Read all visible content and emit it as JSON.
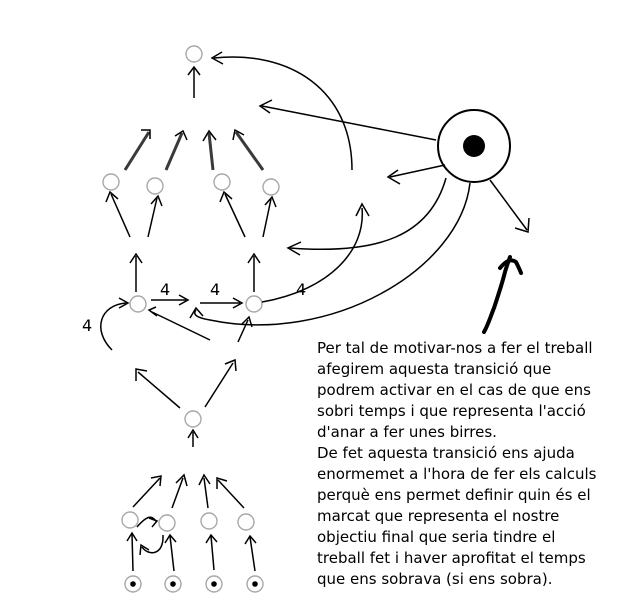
{
  "diagram": {
    "weights": {
      "left_loop": "4",
      "middle_arrow_a": "4",
      "middle_arrow_b": "4",
      "incoming_curve": "4"
    },
    "note": "Per tal de motivar-nos a fer el treball\nafegirem aquesta transició que\npodrem activar en el cas de que ens\nsobri temps i que representa l'acció\nd'anar a fer unes birres.\nDe fet aquesta transició ens ajuda\nenormemet a l'hora de fer els calculs\nperquè ens permet definir quin és el\nmarcat que representa el nostre\nobjectiu final que seria tindre el\ntreball fet i haver aprofitat el temps\nque ens sobrava (si ens sobra)."
  }
}
